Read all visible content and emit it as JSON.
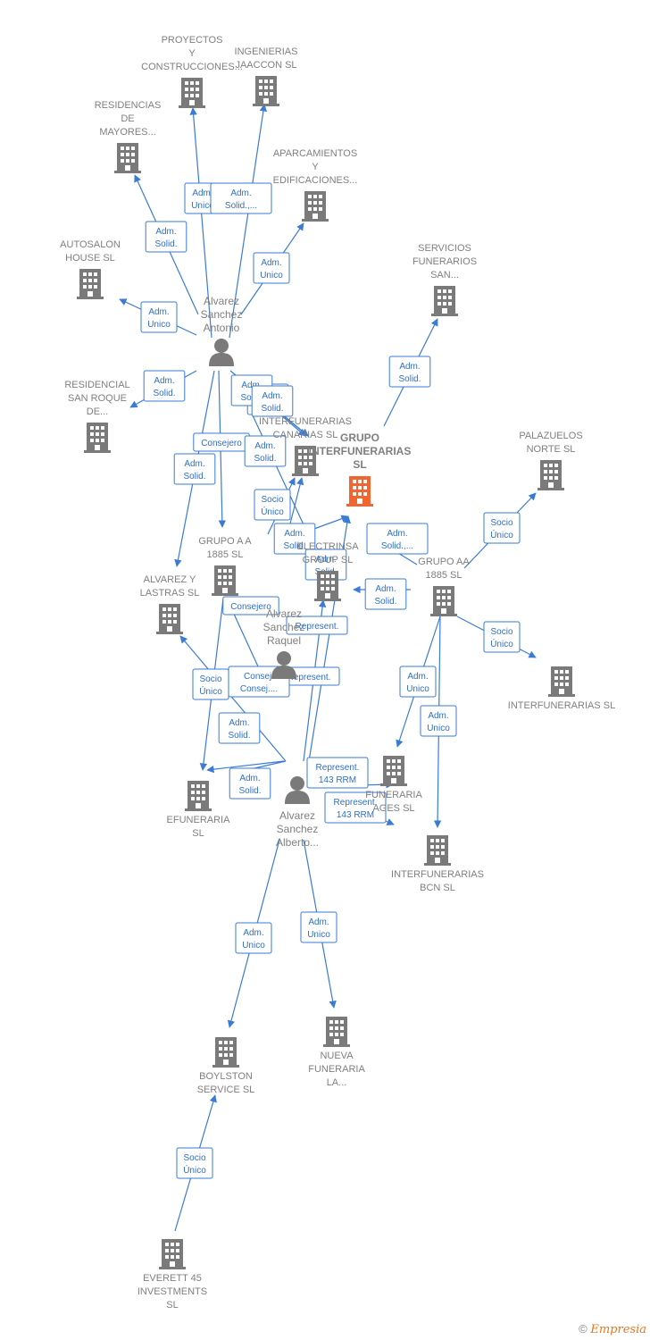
{
  "colors": {
    "edge": "#3a7bd5",
    "company": "#7a7a7a",
    "main_company": "#f26430",
    "person": "#7a7a7a"
  },
  "companies": [
    {
      "id": "proyectos",
      "lines": [
        "PROYECTOS",
        "Y",
        "CONSTRUCCIONES..."
      ],
      "icon": "building-icon"
    },
    {
      "id": "ingenierias",
      "lines": [
        "INGENIERIAS",
        "JAACCON SL"
      ],
      "icon": "building-icon"
    },
    {
      "id": "residencias",
      "lines": [
        "RESIDENCIAS",
        "DE",
        "MAYORES..."
      ],
      "icon": "building-icon"
    },
    {
      "id": "aparcamientos",
      "lines": [
        "APARCAMIENTOS",
        "Y",
        "EDIFICACIONES..."
      ],
      "icon": "building-icon"
    },
    {
      "id": "autosalon",
      "lines": [
        "AUTOSALON",
        "HOUSE SL"
      ],
      "icon": "building-icon"
    },
    {
      "id": "servicios",
      "lines": [
        "SERVICIOS",
        "FUNERARIOS",
        "SAN..."
      ],
      "icon": "building-icon"
    },
    {
      "id": "residencial",
      "lines": [
        "RESIDENCIAL",
        "SAN ROQUE",
        "DE..."
      ],
      "icon": "building-icon"
    },
    {
      "id": "canarias",
      "lines": [
        "INTERFUNERARIAS",
        "CANARIAS  SL"
      ],
      "icon": "building-icon"
    },
    {
      "id": "grupo_inter",
      "lines": [
        "GRUPO",
        "INTERFUNERARIAS",
        "SL"
      ],
      "icon": "building-icon",
      "main": true
    },
    {
      "id": "palazuelos",
      "lines": [
        "PALAZUELOS",
        "NORTE SL"
      ],
      "icon": "building-icon"
    },
    {
      "id": "grupo_a_a",
      "lines": [
        "GRUPO A A",
        "1885 SL"
      ],
      "icon": "building-icon"
    },
    {
      "id": "electrinsa",
      "lines": [
        "ELECTRINSA",
        "GROUP SL"
      ],
      "icon": "building-icon"
    },
    {
      "id": "grupo_aa",
      "lines": [
        "GRUPO AA",
        "1885  SL"
      ],
      "icon": "building-icon"
    },
    {
      "id": "alvarez_lastras",
      "lines": [
        "ALVAREZ Y",
        "LASTRAS SL"
      ],
      "icon": "building-icon"
    },
    {
      "id": "interfunerarias",
      "lines": [
        "INTERFUNERARIAS SL"
      ],
      "icon": "building-icon"
    },
    {
      "id": "funeraria_ages",
      "lines": [
        "FUNERARIA",
        "AGES SL"
      ],
      "icon": "building-icon"
    },
    {
      "id": "efuneraria",
      "lines": [
        "EFUNERARIA",
        "SL"
      ],
      "icon": "building-icon"
    },
    {
      "id": "bcn",
      "lines": [
        "INTERFUNERARIAS",
        "BCN SL"
      ],
      "icon": "building-icon"
    },
    {
      "id": "nueva",
      "lines": [
        "NUEVA",
        "FUNERARIA",
        "LA..."
      ],
      "icon": "building-icon"
    },
    {
      "id": "boylston",
      "lines": [
        "BOYLSTON",
        "SERVICE  SL"
      ],
      "icon": "building-icon"
    },
    {
      "id": "everett",
      "lines": [
        "EVERETT 45",
        "INVESTMENTS",
        "SL"
      ],
      "icon": "building-icon"
    }
  ],
  "persons": [
    {
      "id": "antonio",
      "lines": [
        "Alvarez",
        "Sanchez",
        "Antonio"
      ],
      "icon": "person-icon"
    },
    {
      "id": "raquel",
      "lines": [
        "Alvarez",
        "Sanchez",
        "Raquel"
      ],
      "icon": "person-icon"
    },
    {
      "id": "alberto",
      "lines": [
        "Alvarez",
        "Sanchez",
        "Alberto..."
      ],
      "icon": "person-icon"
    }
  ],
  "edges": [
    {
      "from": "antonio",
      "to": "proyectos",
      "label": [
        "Adm.",
        "Unico"
      ]
    },
    {
      "from": "antonio",
      "to": "ingenierias",
      "label": [
        "Adm.",
        "Solid.,..."
      ]
    },
    {
      "from": "antonio",
      "to": "residencias",
      "label": [
        "Adm.",
        "Solid."
      ]
    },
    {
      "from": "antonio",
      "to": "aparcamientos",
      "label": [
        "Adm.",
        "Unico"
      ]
    },
    {
      "from": "antonio",
      "to": "autosalon",
      "label": [
        "Adm.",
        "Unico"
      ]
    },
    {
      "from": "antonio",
      "to": "residencial",
      "label": [
        "Adm.",
        "Solid."
      ]
    },
    {
      "from": "antonio",
      "to": "canarias",
      "label": [
        "Adm.",
        "Solid."
      ]
    },
    {
      "from": "antonio",
      "to": "grupo_a_a",
      "label": [
        "Consejero"
      ]
    },
    {
      "from": "antonio",
      "to": "alvarez_lastras",
      "label": [
        "Adm.",
        "Solid."
      ]
    },
    {
      "from": "antonio",
      "to": "electrinsa",
      "label": [
        "Adm.",
        "Solid."
      ]
    },
    {
      "from": "grupo_inter",
      "to": "servicios",
      "label": [
        "Adm.",
        "Solid."
      ]
    },
    {
      "from": "raquel",
      "to": "canarias",
      "label": [
        "Socio",
        "Único"
      ]
    },
    {
      "from": "raquel",
      "to": "grupo_inter",
      "label": [
        "Adm.",
        "Solid."
      ]
    },
    {
      "from": "grupo_aa",
      "to": "grupo_inter",
      "label": [
        "Adm.",
        "Solid.,..."
      ]
    },
    {
      "from": "grupo_aa",
      "to": "palazuelos",
      "label": [
        "Socio",
        "Único"
      ]
    },
    {
      "from": "grupo_aa",
      "to": "electrinsa",
      "label": [
        "Adm.",
        "Solid."
      ]
    },
    {
      "from": "grupo_aa",
      "to": "interfunerarias",
      "label": [
        "Socio",
        "Único"
      ]
    },
    {
      "from": "grupo_aa",
      "to": "funeraria_ages",
      "label": [
        "Adm.",
        "Unico"
      ]
    },
    {
      "from": "grupo_aa",
      "to": "bcn",
      "label": [
        "Adm.",
        "Unico"
      ]
    },
    {
      "from": "alberto",
      "to": "grupo_inter",
      "label": [
        "Represent."
      ]
    },
    {
      "from": "alberto",
      "to": "electrinsa",
      "label": [
        "Represent."
      ]
    },
    {
      "from": "alberto",
      "to": "alvarez_lastras",
      "label": [
        "Socio",
        "Único"
      ]
    },
    {
      "from": "alberto",
      "to": "efuneraria",
      "label": [
        "Adm.",
        "Solid."
      ]
    },
    {
      "from": "alberto",
      "to": "funeraria_ages",
      "label": [
        "Represent.",
        "143 RRM"
      ]
    },
    {
      "from": "alberto",
      "to": "bcn",
      "label": [
        "Represent.",
        "143 RRM"
      ]
    },
    {
      "from": "alberto",
      "to": "boylston",
      "label": [
        "Adm.",
        "Unico"
      ]
    },
    {
      "from": "alberto",
      "to": "nueva",
      "label": [
        "Adm.",
        "Unico"
      ]
    },
    {
      "from": "everett",
      "to": "boylston",
      "label": [
        "Socio",
        "Único"
      ]
    },
    {
      "from": "raquel",
      "to": "efuneraria",
      "label": [
        "Consejero"
      ]
    },
    {
      "from": "raquel",
      "to": "grupo_a_a",
      "label": [
        "Consej.",
        "Consej...."
      ]
    },
    {
      "from": "antonio",
      "to": "canarias_b",
      "label": [
        "Adm.",
        "Solid."
      ]
    },
    {
      "from": "antonio",
      "to": "canarias_c",
      "label": [
        "Adm.",
        "Solid."
      ]
    },
    {
      "from": "raquel",
      "to": "electrinsa_b",
      "label": [
        "Adm.",
        "Solid."
      ]
    },
    {
      "from": "alberto",
      "to": "efuneraria_b",
      "label": [
        "Adm.",
        "Solid."
      ]
    }
  ],
  "footer": {
    "copyright": "©",
    "brand": "Empresia"
  }
}
